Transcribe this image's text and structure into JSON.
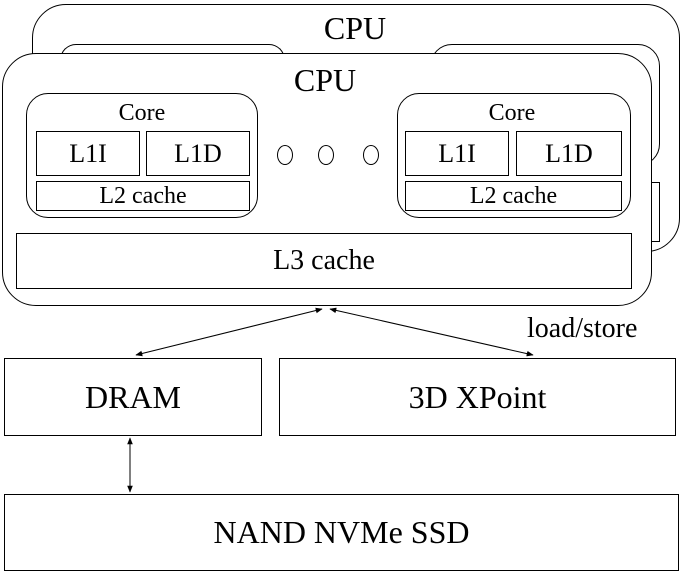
{
  "back_cpu": {
    "title": "CPU"
  },
  "front_cpu": {
    "title": "CPU",
    "left_core": {
      "title": "Core",
      "l1i": "L1I",
      "l1d": "L1D",
      "l2": "L2 cache"
    },
    "right_core": {
      "title": "Core",
      "l1i": "L1I",
      "l1d": "L1D",
      "l2": "L2 cache"
    },
    "l3": "L3 cache"
  },
  "memory": {
    "dram": "DRAM",
    "xpoint": "3D XPoint",
    "load_store_label": "load/store"
  },
  "storage": {
    "ssd": "NAND NVMe SSD"
  }
}
